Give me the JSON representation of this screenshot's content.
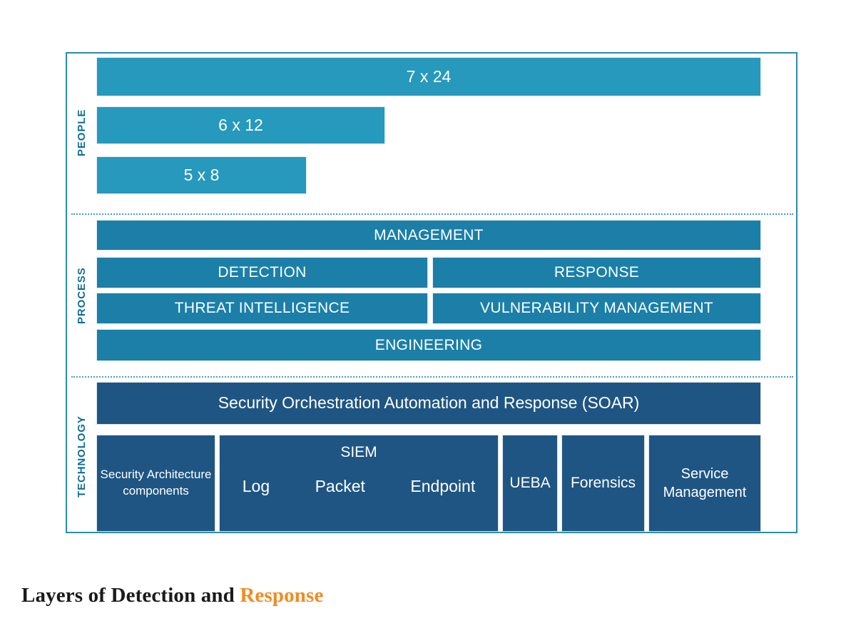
{
  "diagram": {
    "title": "Layers of Detection and Response",
    "caption": {
      "text_plain": "Layers of Detection and ",
      "text_accent": "Response",
      "accent_color": "#f08c22",
      "base_color": "#1a1a1a"
    },
    "colors": {
      "frame_border": "#2b8cb4",
      "people_fill": "#2699bc",
      "process_fill": "#1b7fa8",
      "technology_fill": "#1f5583",
      "label_color": "#0d6f95",
      "bar_text": "#ffffff",
      "divider": "#2b8cb4"
    },
    "sections": [
      {
        "id": "people",
        "label": "PEOPLE",
        "bars": [
          {
            "label": "7 x 24",
            "relative_width_pct": 100
          },
          {
            "label": "6 x 12",
            "relative_width_pct": 43.5
          },
          {
            "label": "5 x 8",
            "relative_width_pct": 31.7
          }
        ]
      },
      {
        "id": "process",
        "label": "PROCESS",
        "rows": [
          {
            "cells": [
              {
                "label": "MANAGEMENT",
                "span": 2
              }
            ]
          },
          {
            "cells": [
              {
                "label": "DETECTION",
                "span": 1
              },
              {
                "label": "RESPONSE",
                "span": 1
              }
            ]
          },
          {
            "cells": [
              {
                "label": "THREAT INTELLIGENCE",
                "span": 1
              },
              {
                "label": "VULNERABILITY MANAGEMENT",
                "span": 1
              }
            ]
          },
          {
            "cells": [
              {
                "label": "ENGINEERING",
                "span": 2
              }
            ]
          }
        ]
      },
      {
        "id": "technology",
        "label": "TECHNOLOGY",
        "soar": {
          "label": "Security Orchestration Automation and Response (SOAR)"
        },
        "components": [
          {
            "id": "security-architecture",
            "label": "Security Architecture components"
          },
          {
            "id": "siem",
            "label": "SIEM",
            "children": [
              "Log",
              "Packet",
              "Endpoint"
            ]
          },
          {
            "id": "ueba",
            "label": "UEBA"
          },
          {
            "id": "forensics",
            "label": "Forensics"
          },
          {
            "id": "service-management",
            "label": "Service Management"
          }
        ]
      }
    ]
  }
}
